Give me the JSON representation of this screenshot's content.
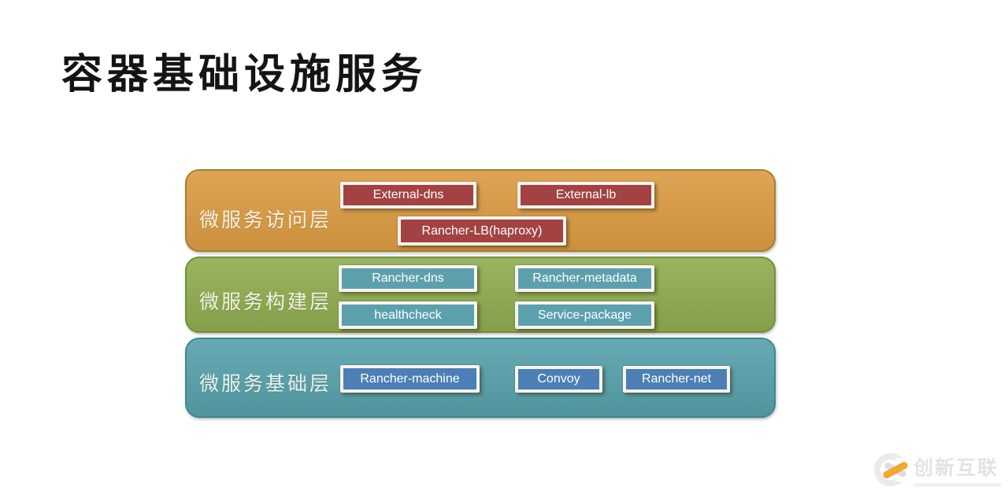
{
  "title": "容器基础设施服务",
  "layers": [
    {
      "label": "微服务访问层",
      "fill": "#db9b42",
      "border": "#a6802e",
      "box_fill": "#a34243",
      "boxes": [
        "External-dns",
        "External-lb",
        "Rancher-LB(haproxy)"
      ]
    },
    {
      "label": "微服务构建层",
      "fill": "#8eab4e",
      "border": "#74903a",
      "box_fill": "#5ca0ae",
      "boxes": [
        "Rancher-dns",
        "Rancher-metadata",
        "healthcheck",
        "Service-package"
      ]
    },
    {
      "label": "微服务基础层",
      "fill": "#56a0aa",
      "border": "#3d8792",
      "box_fill": "#4c7fb5",
      "boxes": [
        "Rancher-machine",
        "Convoy",
        "Rancher-net"
      ]
    }
  ],
  "watermark": {
    "text": "创新互联",
    "accent_color": "#f3a72e"
  }
}
